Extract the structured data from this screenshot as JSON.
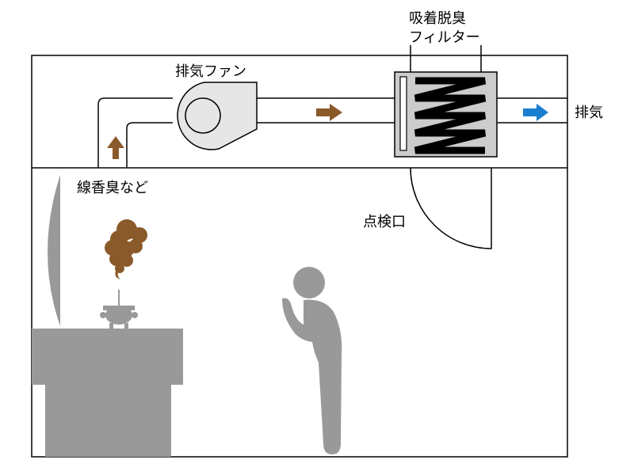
{
  "labels": {
    "fan": "排気ファン",
    "filter_line1": "吸着脱臭",
    "filter_line2": "フィルター",
    "exhaust": "排気",
    "odor": "線香臭など",
    "access_port": "点検口"
  },
  "colors": {
    "odor_arrow": "#8b5a2b",
    "exhaust_arrow": "#1a7fd1",
    "fan_fill": "#e6e6e6",
    "filter_fill": "#cccccc",
    "silhouette": "#999999",
    "smoke": "#8b5a2b"
  },
  "icons": {
    "fan": "centrifugal-fan-icon",
    "filter": "zigzag-filter-icon",
    "person": "praying-person-icon",
    "incense": "incense-burner-icon"
  }
}
